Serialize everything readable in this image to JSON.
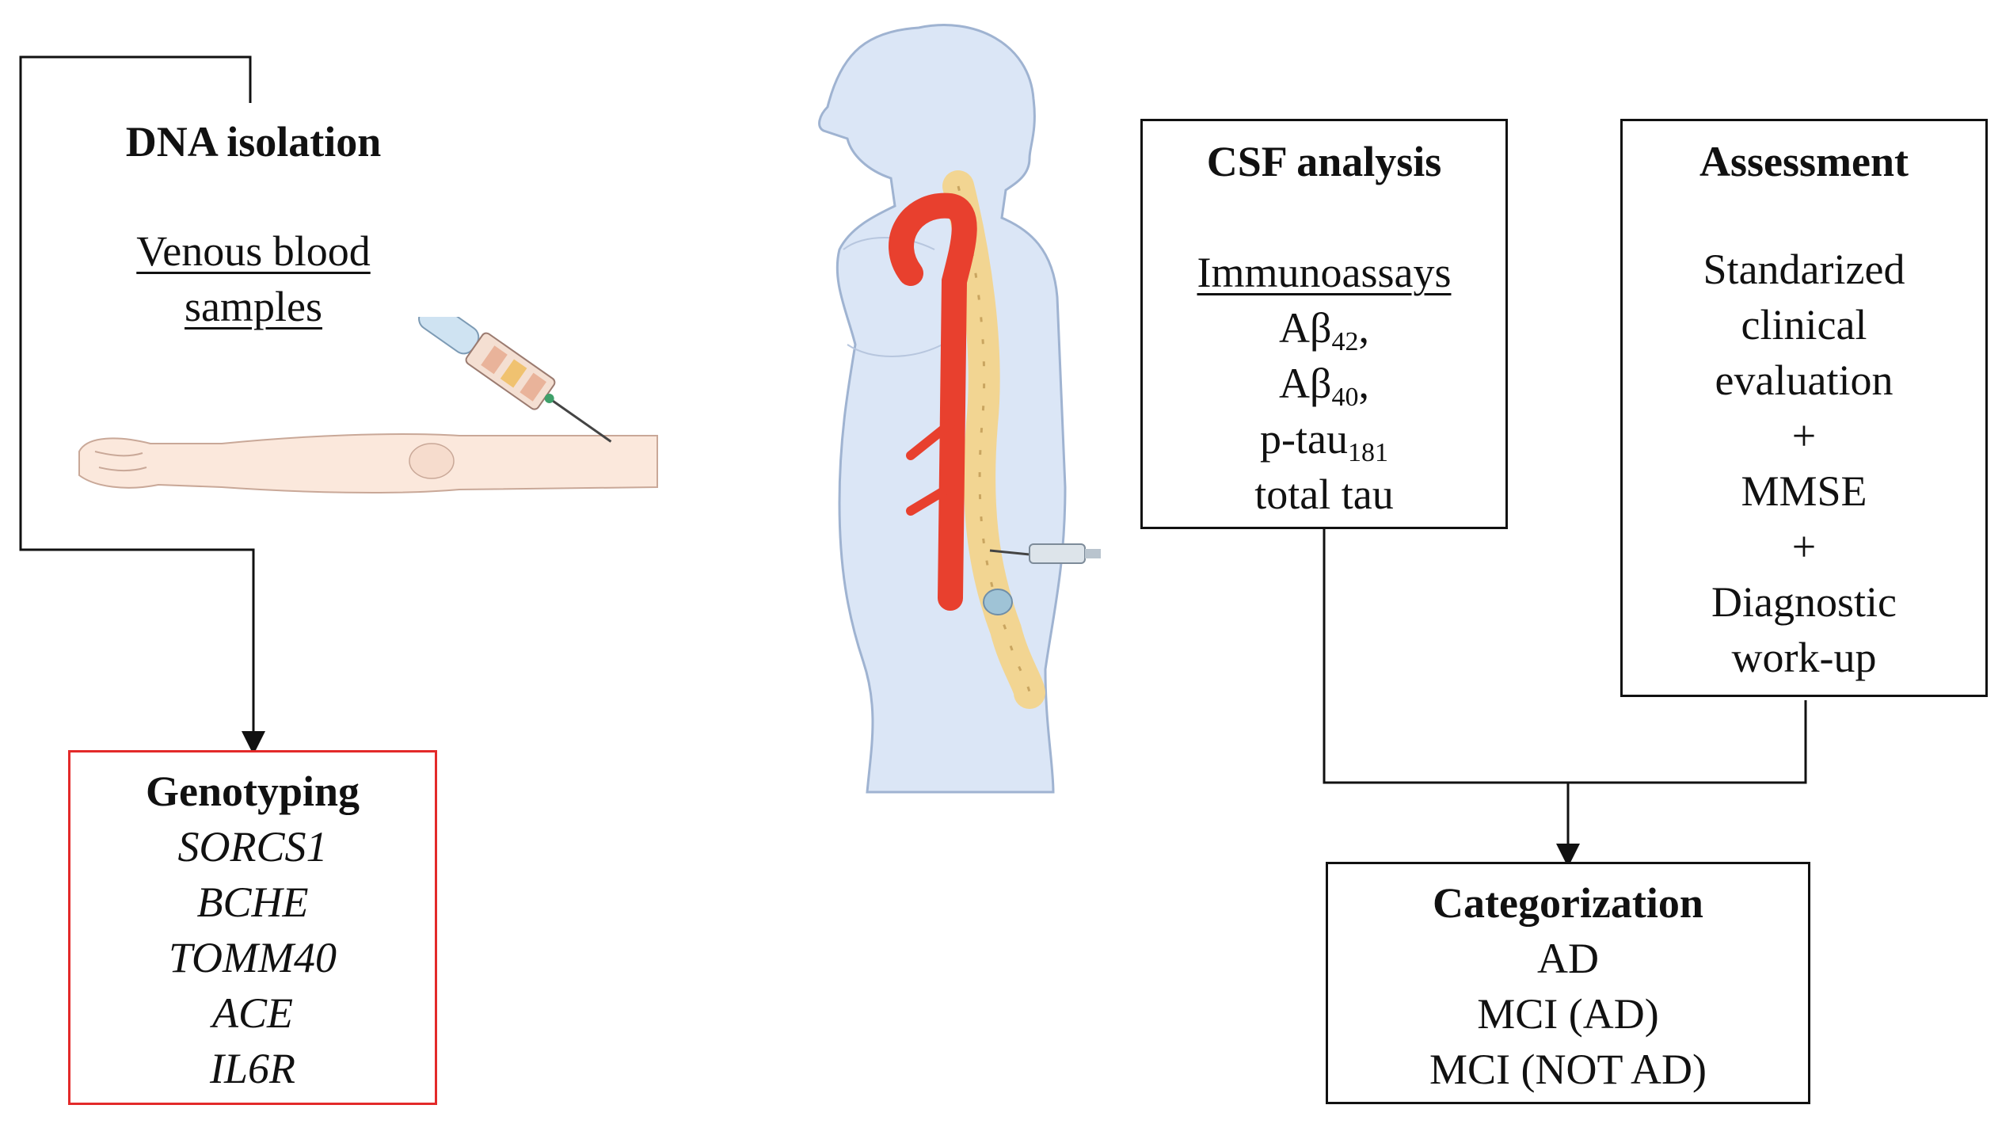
{
  "dna": {
    "title": "DNA isolation",
    "sub_lines": [
      "Venous blood",
      "samples"
    ]
  },
  "genotyping": {
    "title": "Genotyping",
    "genes": [
      "SORCS1",
      "BCHE",
      "TOMM40",
      "ACE",
      "IL6R"
    ]
  },
  "csf": {
    "title": "CSF analysis",
    "method": "Immunoassays",
    "markers": [
      {
        "base": "Aβ",
        "sub": "42",
        "suffix": ","
      },
      {
        "base": "Aβ",
        "sub": "40",
        "suffix": ","
      },
      {
        "base": "p-tau",
        "sub": "181",
        "suffix": ""
      },
      {
        "base": "total tau",
        "sub": "",
        "suffix": ""
      }
    ]
  },
  "assessment": {
    "title": "Assessment",
    "lines": [
      "Standarized",
      "clinical",
      "evaluation",
      "+",
      "MMSE",
      "+",
      "Diagnostic",
      "work-up"
    ]
  },
  "categorization": {
    "title": "Categorization",
    "categories": [
      "AD",
      "MCI (AD)",
      "MCI (NOT AD)"
    ]
  },
  "colors": {
    "genotyping_border": "#e32a2a",
    "body_fill": "#dbe6f6",
    "aorta": "#e8402e",
    "spine": "#f2d592"
  }
}
